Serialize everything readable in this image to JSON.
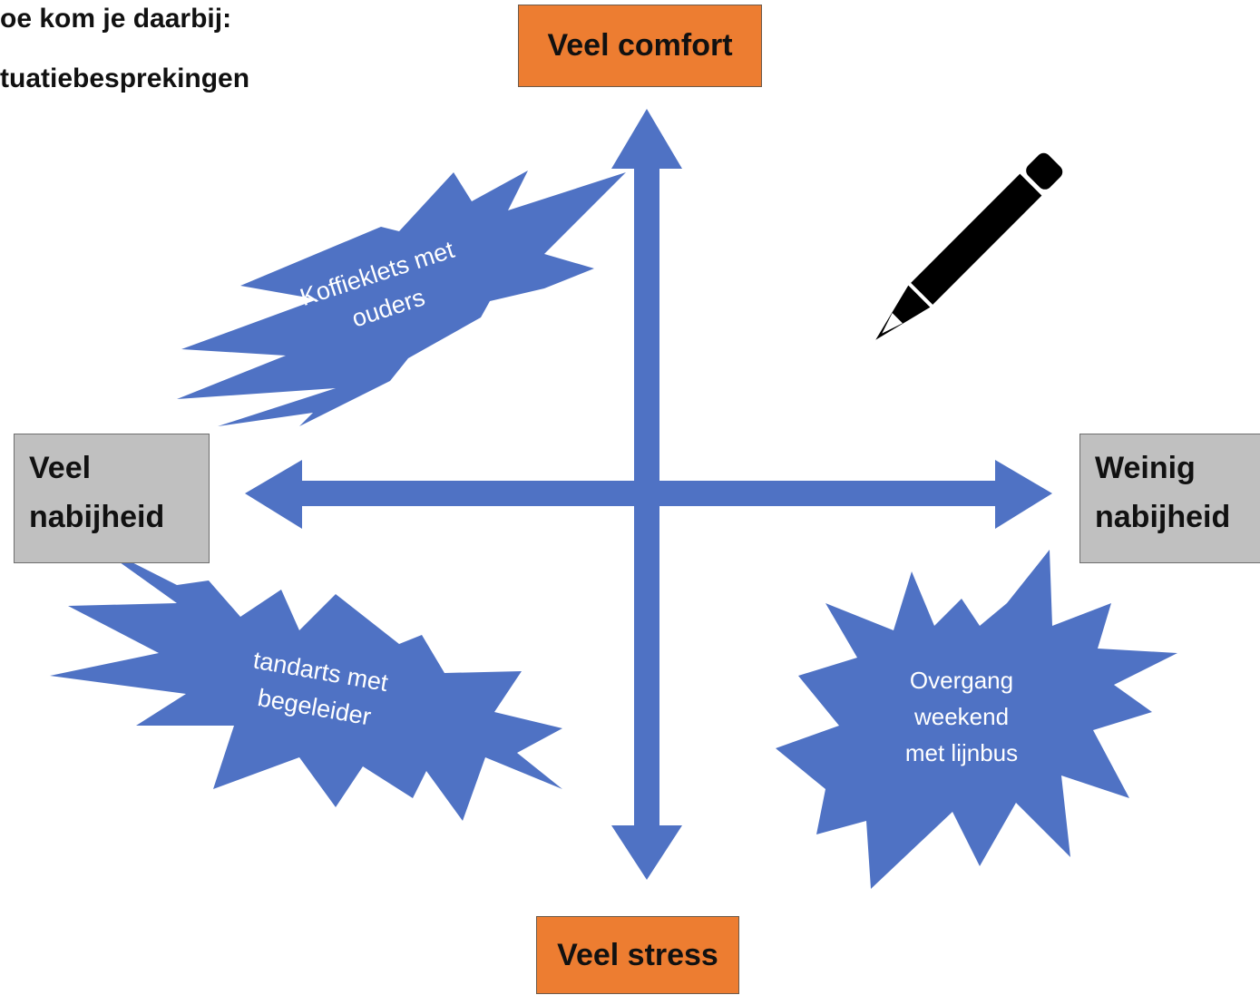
{
  "heading": {
    "line1": "oe kom je daarbij:",
    "line2": "tuatiebesprekingen"
  },
  "axes": {
    "top": "Veel comfort",
    "bottom": "Veel stress",
    "left": [
      "Veel",
      "nabijheid"
    ],
    "right": [
      "Weinig",
      "nabijheid"
    ]
  },
  "bursts": [
    {
      "lines": [
        "Koffieklets met",
        "ouders"
      ]
    },
    {
      "lines": [
        "tandarts met",
        "begeleider"
      ]
    },
    {
      "lines": [
        "Overgang",
        "weekend",
        "met lijnbus"
      ]
    }
  ],
  "colors": {
    "arrow": "#4f72c4",
    "burst": "#4f72c4",
    "orange_box": "#ed7d31",
    "gray_box": "#c0c0c0",
    "pencil": "#000000"
  },
  "icons": [
    "pencil-icon"
  ]
}
